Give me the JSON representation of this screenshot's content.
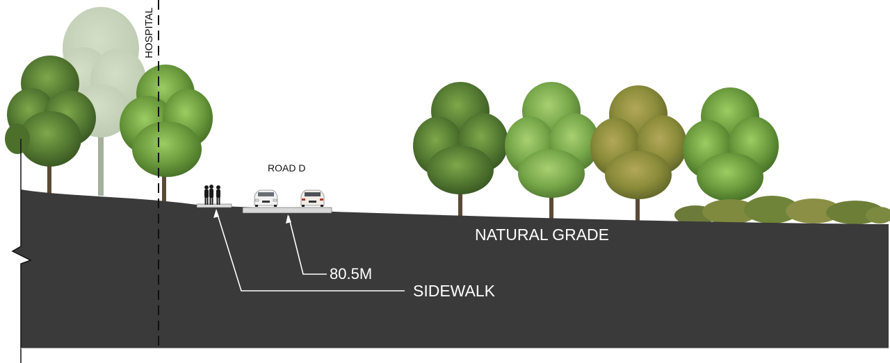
{
  "labels": {
    "hospital": "HOSPITAL",
    "road": "ROAD D",
    "natural_grade": "NATURAL GRADE",
    "elevation": "80.5M",
    "sidewalk": "SIDEWALK"
  },
  "colors": {
    "ground": "#3a3a3a",
    "sky": "#ffffff",
    "leader_line": "#ffffff",
    "road_slab": "#d8d8d8",
    "tree_dark": "#4f6f2e",
    "tree_mid": "#6f9a3e",
    "tree_light": "#8fb657",
    "tree_olive": "#8c8f36",
    "trunk": "#5a4a36"
  },
  "icons": [
    "tree-icon",
    "person-icon",
    "car-icon",
    "shrub-icon",
    "break-line-icon"
  ]
}
